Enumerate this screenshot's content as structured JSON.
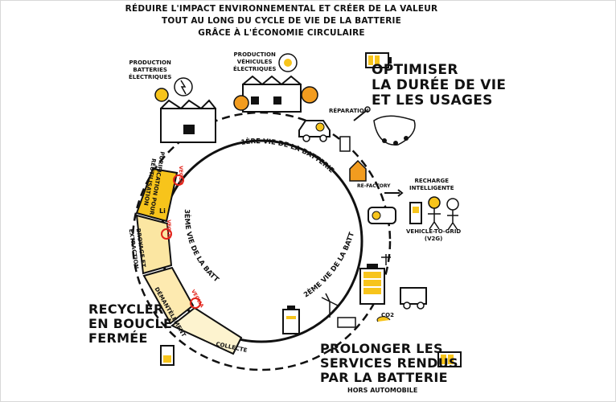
{
  "title": {
    "line1": "RÉDUIRE L'IMPACT ENVIRONNEMENTAL ET CRÉER DE LA VALEUR",
    "line2": "TOUT AU LONG DU CYCLE DE VIE DE LA BATTERIE",
    "line3": "GRÂCE À L'ÉCONOMIE CIRCULAIRE"
  },
  "headings": {
    "optimiser": [
      "OPTIMISER",
      "LA DURÉE DE VIE",
      "ET LES USAGES"
    ],
    "recycler": [
      "RECYCLER",
      "EN BOUCLE",
      "FERMÉE"
    ],
    "prolonger": [
      "PROLONGER LES",
      "SERVICES RENDUS",
      "PAR LA BATTERIE"
    ],
    "hors_automobile": "HORS AUTOMOBILE"
  },
  "labels": {
    "production_batteries": [
      "PRODUCTION",
      "BATTERIES",
      "ÉLECTRIQUES"
    ],
    "production_vehicules": [
      "PRODUCTION",
      "VÉHICULES",
      "ÉLECTRIQUES"
    ],
    "reparation": "RÉPARATION",
    "re_factory": "RE-FACTORY",
    "recharge": [
      "RECHARGE",
      "INTELLIGENTE"
    ],
    "v2g": [
      "VEHICLE-TO-GRID",
      "(V2G)"
    ],
    "collecte": "COLLECTE",
    "demantelement": "DÉMANTÈLEMENT",
    "broyage": [
      "BROYAGE ET",
      "EXTRACTION"
    ],
    "purification": [
      "PURIFICATION POUR",
      "RÉUTILISATION"
    ],
    "vie1": "1ÈRE VIE DE LA BATTERIE",
    "vie2": "2ÈME VIE DE LA BATTERIE",
    "vie3": "3ÈME VIE DE LA BATTERIE",
    "veolia": "VEOLIA",
    "co2": "CO2",
    "lithium": "Li"
  },
  "colors": {
    "accent_yellow": "#f7c41b",
    "light_yellow": "#fbe6a2",
    "pale_yellow": "#fdf3cf",
    "orange": "#f29c1f",
    "veolia_red": "#e2231a",
    "ink": "#111111"
  }
}
